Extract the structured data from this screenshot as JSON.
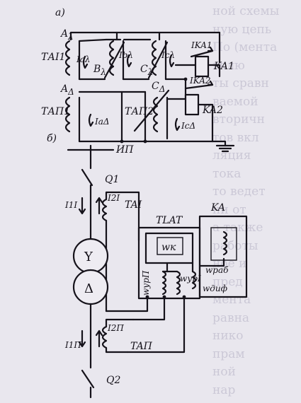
{
  "background_text": [
    "ной схемы",
    "ную цепь",
    "По (мента",
    "вклю",
    "ты сравн",
    "ваемой",
    "вторичн",
    "тов вкл",
    "ляция",
    "тока",
    "то ведет",
    "ни от",
    "а также",
    "работы",
    "ное и",
    "пред",
    "мента",
    "равна",
    "нико",
    "прам",
    "ной",
    "нар"
  ],
  "panel_a": {
    "label": "а)",
    "ct_top": "ТАІ1",
    "ct_bottom": "ТАП1",
    "ct_right": "ТАП2",
    "phase_a_top": "A",
    "phase_b_top": "B",
    "phase_c_top": "C",
    "sub_lambda": "λ",
    "phase_a_bottom": "A",
    "phase_c_bottom": "C",
    "sub_delta": "Δ",
    "current_a_lambda": "Iaλ",
    "current_b_lambda": "Ibλ",
    "current_c_lambda": "Icλ",
    "current_a_delta": "IaΔ",
    "current_c_delta": "IcΔ",
    "current_ka1": "IKA1",
    "current_ka2": "IKA2",
    "relay1": "KA1",
    "relay2": "KA2"
  },
  "panel_b": {
    "label": "б)",
    "source": "ИП",
    "breaker_top": "Q1",
    "breaker_bottom": "Q2",
    "ct_top": "TAI",
    "ct_bottom": "TAП",
    "current_1_top": "I1I",
    "current_2_top": "I2I",
    "current_1_bottom": "I1П",
    "current_2_bottom": "I2П",
    "transformer_top_symbol": "Y",
    "transformer_bottom_symbol": "Δ",
    "tlat_label": "TLAT",
    "ka_label": "KA",
    "w_k": "wк",
    "w_rab": "wраб",
    "w_ur1": "wурI",
    "w_ur2": "wурП",
    "w_dif": "wдиф"
  }
}
